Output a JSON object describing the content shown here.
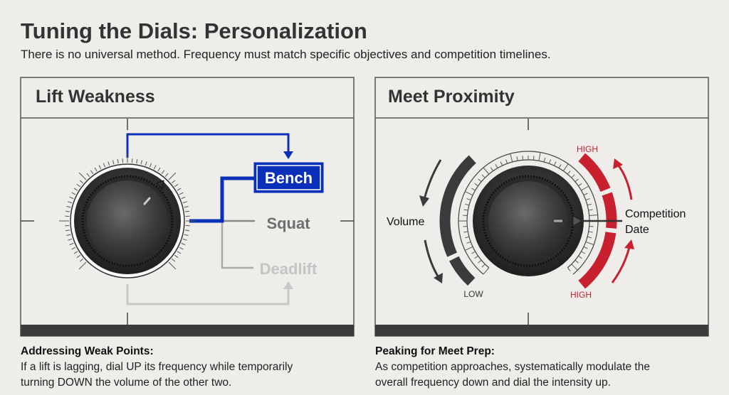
{
  "header": {
    "title": "Tuning the Dials: Personalization",
    "subtitle": "There is no universal method. Frequency must match specific objectives and competition timelines."
  },
  "left_panel": {
    "title": "Lift Weakness",
    "options": [
      "Bench",
      "Squat",
      "Deadlift"
    ],
    "selected": "Bench",
    "caption_heading": "Addressing Weak Points:",
    "caption_lines": [
      "If a lift is lagging, dial UP its frequency while temporarily",
      "turning DOWN the volume of the other two."
    ]
  },
  "right_panel": {
    "title": "Meet Proximity",
    "volume_label": "Volume",
    "low_label": "LOW",
    "high_top_label": "HIGH",
    "high_bottom_label": "HIGH",
    "pointer_label_line1": "Competition",
    "pointer_label_line2": "Date",
    "caption_heading": "Peaking for Meet Prep:",
    "caption_lines": [
      "As competition approaches, systematically modulate the",
      "overall frequency down and dial the intensity up."
    ]
  },
  "colors": {
    "background": "#eeede9",
    "accent_blue": "#0a2fb8",
    "accent_red": "#c8202f",
    "dark": "#3a3b3d",
    "muted_gray": "#6f6f6f",
    "light_gray": "#c4c4c4"
  }
}
